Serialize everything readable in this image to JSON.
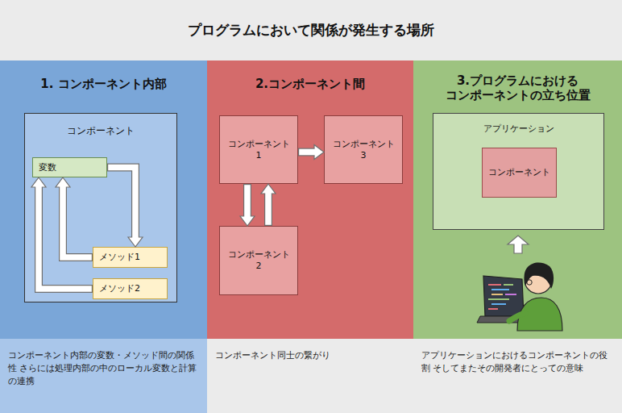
{
  "diagram": {
    "title": "プログラムにおいて関係が発生する場所",
    "nodes": [
      {
        "text": [
          "1. コンポーネント内部",
          "コンポーネント内部の変数・メソッド間の関係性 さらには処理内部の中のローカル変数と計算の連携"
        ]
      },
      {
        "text": [
          "コンポーネント"
        ],
        "in": 0
      },
      {
        "text": [
          "変数"
        ],
        "in": 1
      },
      {
        "text": [
          "メソッド1"
        ],
        "in": 1
      },
      {
        "text": [
          "メソッド2"
        ],
        "in": 1
      },
      {
        "text": [
          "2.コンポーネント間",
          "コンポーネント同士の繋がり"
        ]
      },
      {
        "text": [
          "コンポーネント 1"
        ],
        "in": 5
      },
      {
        "text": [
          "コンポーネント 3"
        ],
        "in": 5
      },
      {
        "text": [
          "コンポーネント 2"
        ],
        "in": 5
      },
      {
        "text": [
          "3.プログラムにおける コンポーネントの立ち位置",
          "アプリケーションにおけるコンポーネントの役割 そしてまたその開発者にとっての意味"
        ]
      },
      {
        "text": [
          "アプリケーション"
        ],
        "in": 9
      },
      {
        "text": [
          "コンポーネント"
        ],
        "in": 10
      }
    ],
    "edges": [
      {
        "from": 2,
        "to": 3,
        "arrow": "to"
      },
      {
        "from": 3,
        "to": 2,
        "arrow": "to"
      },
      {
        "from": 4,
        "to": 2,
        "arrow": "to"
      },
      {
        "from": 6,
        "to": 7,
        "arrow": "to"
      },
      {
        "from": 6,
        "to": 8,
        "arrow": "to"
      },
      {
        "from": 8,
        "to": 6,
        "arrow": "to"
      }
    ]
  }
}
